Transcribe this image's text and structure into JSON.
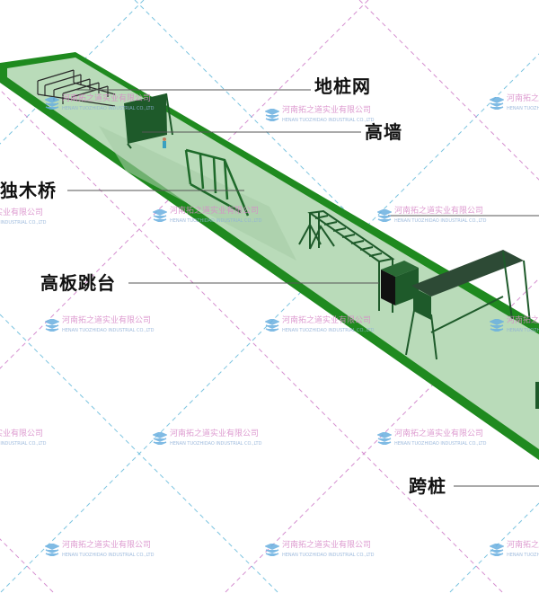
{
  "labels": {
    "ground_pile_net": "地桩网",
    "high_wall": "高墙",
    "single_log_bridge": "独木桥",
    "high_board_jump": "高板跳台",
    "stride_piles": "跨桩"
  },
  "watermark": {
    "company_cn": "河南拓之道实业有限公司",
    "company_en": "HENAN TUOZHIDAO INDUSTRIAL CO.,LTD"
  },
  "colors": {
    "field": "#b9dbb9",
    "border": "#1f8a1f",
    "equipment": "#1e5a2a",
    "dash_pink": "#d58fd0",
    "dash_blue": "#7cc4e0"
  }
}
